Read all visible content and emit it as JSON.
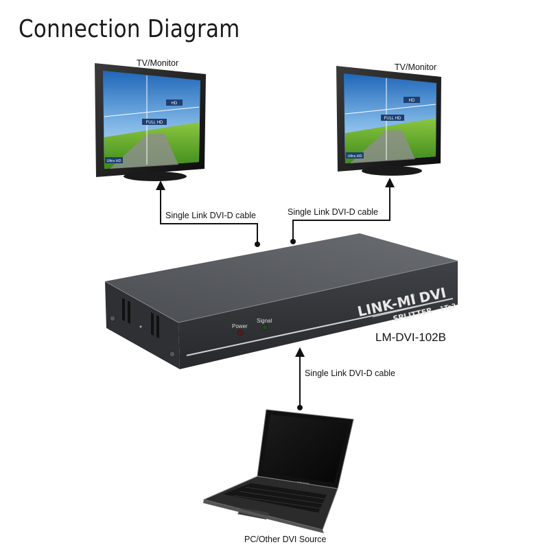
{
  "title": "Connection Diagram",
  "monitors": [
    {
      "label": "TV/Monitor",
      "screen_badges": [
        "HD",
        "FULL HD",
        "Ultra HD"
      ]
    },
    {
      "label": "TV/Monitor",
      "screen_badges": [
        "HD",
        "FULL HD",
        "Ultra HD"
      ]
    }
  ],
  "cables": {
    "output_left": "Single Link DVI-D cable",
    "output_right": "Single Link DVI-D cable",
    "input": "Single Link DVI-D cable"
  },
  "device": {
    "brand": "LINK-MI",
    "brand_suffix": "DVI",
    "registered": "®",
    "subtitle": "SPLITTER",
    "variant": "1To2",
    "led_power": "Power",
    "led_signal": "Signal",
    "model": "LM-DVI-102B"
  },
  "source": {
    "label": "PC/Other DVI Source",
    "laptop_brand": "NBOOK"
  },
  "colors": {
    "device_body": "#3a3d41",
    "device_top": "#55585c",
    "arrow": "#111111",
    "screen_sky": "#2a78c8",
    "screen_grass": "#5fae2a"
  }
}
